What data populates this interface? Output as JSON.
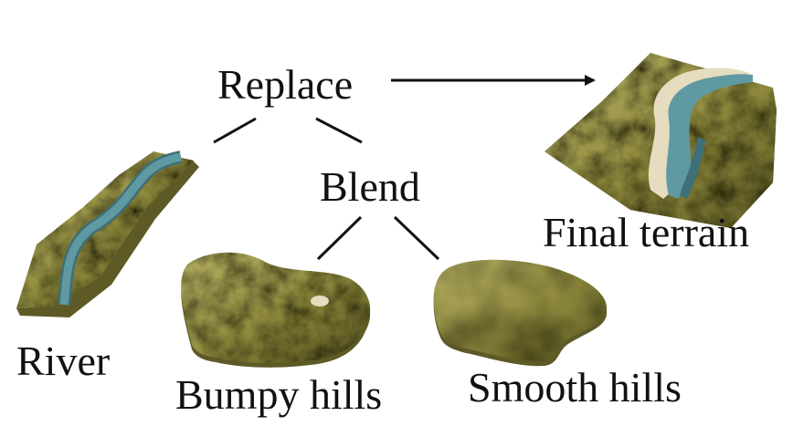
{
  "nodes": {
    "replace": "Replace",
    "blend": "Blend",
    "final_terrain": "Final terrain",
    "river": "River",
    "bumpy_hills": "Bumpy hills",
    "smooth_hills": "Smooth hills"
  },
  "colors": {
    "terrain_light": "#b7b264",
    "terrain_mid": "#8f8a3e",
    "terrain_dark": "#5d5a26",
    "water": "#5f9aa3",
    "water_dark": "#3f6f78",
    "rock": "#e6dcc0",
    "text": "#111111",
    "connector": "#111111"
  }
}
